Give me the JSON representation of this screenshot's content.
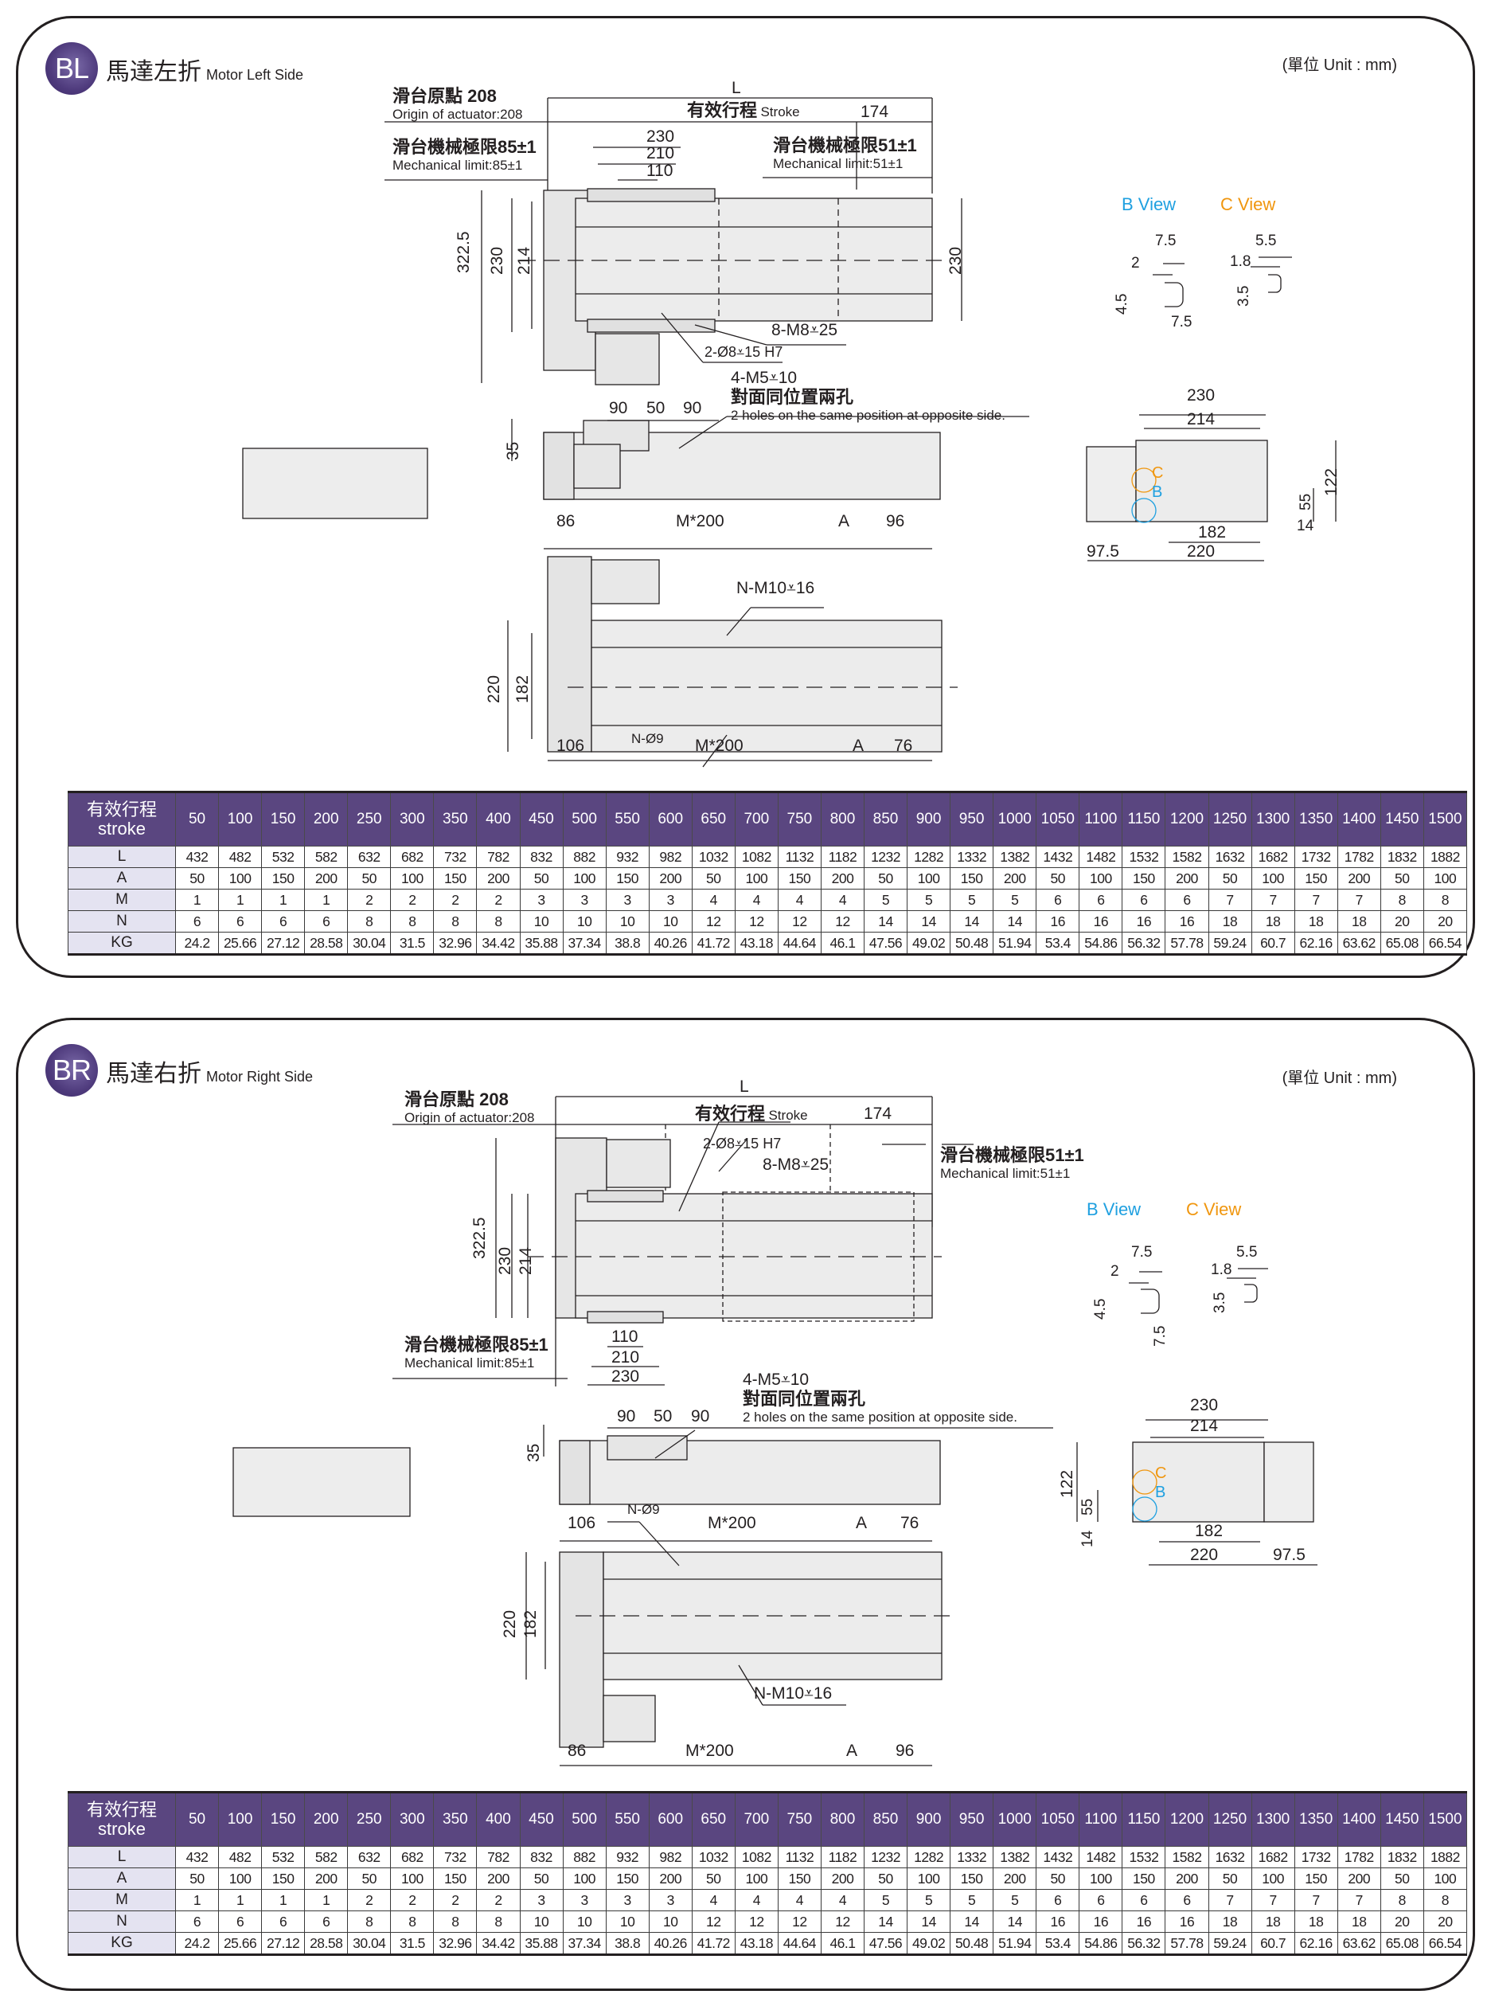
{
  "colors": {
    "brand_purple": "#5a4680",
    "row_label_bg": "#e4e3f1",
    "b_view": "#1fa0e0",
    "c_view": "#f0960e"
  },
  "unit_label": "(單位 Unit : mm)",
  "sections": [
    {
      "badge": "BL",
      "title_cn": "馬達左折",
      "title_en": "Motor Left Side",
      "labels": {
        "origin_cn": "滑台原點 208",
        "origin_en": "Origin of actuator:208",
        "mech85_cn": "滑台機械極限85±1",
        "mech85_en": "Mechanical limit:85±1",
        "mech51_cn": "滑台機械極限51±1",
        "mech51_en": "Mechanical limit:51±1",
        "L": "L",
        "stroke_cn": "有效行程",
        "stroke_en": "Stroke",
        "d174": "174",
        "d230a": "230",
        "d210": "210",
        "d110": "110",
        "d322": "322.5",
        "d230b": "230",
        "d214": "214",
        "d230c": "230",
        "m8": "8-M8⩡25",
        "pin": "2-Ø8⩡15 H7",
        "m5": "4-M5⩡10",
        "opp_cn": "對面同位置兩孔",
        "opp_en": "2 holes on the same position at opposite side.",
        "d90a": "90",
        "d50": "50",
        "d90b": "90",
        "d35": "35",
        "d86": "86",
        "m200a": "M*200",
        "Aa": "A",
        "d96": "96",
        "m10": "N-M10⩡16",
        "d220": "220",
        "d182": "182",
        "n9": "N-Ø9",
        "d106": "106",
        "m200b": "M*200",
        "Ab": "A",
        "d76": "76"
      },
      "views": {
        "b_view": "B View",
        "c_view": "C View",
        "b_75a": "7.5",
        "b_2": "2",
        "b_45": "4.5",
        "b_75b": "7.5",
        "c_55": "5.5",
        "c_18": "1.8",
        "c_35": "3.5"
      },
      "end_view": {
        "d230": "230",
        "d214": "214",
        "d122": "122",
        "d55": "55",
        "d14": "14",
        "d182": "182",
        "d975": "97.5",
        "d220": "220",
        "mark_c": "C",
        "mark_b": "B"
      }
    },
    {
      "badge": "BR",
      "title_cn": "馬達右折",
      "title_en": "Motor Right Side",
      "labels": {
        "origin_cn": "滑台原點 208",
        "origin_en": "Origin of actuator:208",
        "mech85_cn": "滑台機械極限85±1",
        "mech85_en": "Mechanical limit:85±1",
        "mech51_cn": "滑台機械極限51±1",
        "mech51_en": "Mechanical limit:51±1",
        "L": "L",
        "stroke_cn": "有效行程",
        "stroke_en": "Stroke",
        "d174": "174",
        "d230a": "230",
        "d210": "210",
        "d110": "110",
        "d322": "322.5",
        "d230b": "230",
        "d214": "214",
        "m8": "8-M8⩡25",
        "pin": "2-Ø8⩡15 H7",
        "m5": "4-M5⩡10",
        "opp_cn": "對面同位置兩孔",
        "opp_en": "2 holes on the same position at opposite side.",
        "d90a": "90",
        "d50": "50",
        "d90b": "90",
        "d35": "35",
        "d106": "106",
        "n9": "N-Ø9",
        "m200a": "M*200",
        "Aa": "A",
        "d76": "76",
        "d220": "220",
        "d182": "182",
        "m10": "N-M10⩡16",
        "d86": "86",
        "m200b": "M*200",
        "Ab": "A",
        "d96": "96"
      },
      "views": {
        "b_view": "B View",
        "c_view": "C View",
        "b_75a": "7.5",
        "b_2": "2",
        "b_45": "4.5",
        "b_75b": "7.5",
        "c_55": "5.5",
        "c_18": "1.8",
        "c_35": "3.5"
      },
      "end_view": {
        "d230": "230",
        "d214": "214",
        "d122": "122",
        "d55": "55",
        "d14": "14",
        "d182": "182",
        "d975": "97.5",
        "d220": "220",
        "mark_c": "C",
        "mark_b": "B"
      }
    }
  ],
  "spec_table": {
    "header_cn": "有效行程",
    "header_en": "stroke",
    "strokes": [
      "50",
      "100",
      "150",
      "200",
      "250",
      "300",
      "350",
      "400",
      "450",
      "500",
      "550",
      "600",
      "650",
      "700",
      "750",
      "800",
      "850",
      "900",
      "950",
      "1000",
      "1050",
      "1100",
      "1150",
      "1200",
      "1250",
      "1300",
      "1350",
      "1400",
      "1450",
      "1500"
    ],
    "rows": [
      {
        "label": "L",
        "values": [
          "432",
          "482",
          "532",
          "582",
          "632",
          "682",
          "732",
          "782",
          "832",
          "882",
          "932",
          "982",
          "1032",
          "1082",
          "1132",
          "1182",
          "1232",
          "1282",
          "1332",
          "1382",
          "1432",
          "1482",
          "1532",
          "1582",
          "1632",
          "1682",
          "1732",
          "1782",
          "1832",
          "1882"
        ]
      },
      {
        "label": "A",
        "values": [
          "50",
          "100",
          "150",
          "200",
          "50",
          "100",
          "150",
          "200",
          "50",
          "100",
          "150",
          "200",
          "50",
          "100",
          "150",
          "200",
          "50",
          "100",
          "150",
          "200",
          "50",
          "100",
          "150",
          "200",
          "50",
          "100",
          "150",
          "200",
          "50",
          "100"
        ]
      },
      {
        "label": "M",
        "values": [
          "1",
          "1",
          "1",
          "1",
          "2",
          "2",
          "2",
          "2",
          "3",
          "3",
          "3",
          "3",
          "4",
          "4",
          "4",
          "4",
          "5",
          "5",
          "5",
          "5",
          "6",
          "6",
          "6",
          "6",
          "7",
          "7",
          "7",
          "7",
          "8",
          "8"
        ]
      },
      {
        "label": "N",
        "values": [
          "6",
          "6",
          "6",
          "6",
          "8",
          "8",
          "8",
          "8",
          "10",
          "10",
          "10",
          "10",
          "12",
          "12",
          "12",
          "12",
          "14",
          "14",
          "14",
          "14",
          "16",
          "16",
          "16",
          "16",
          "18",
          "18",
          "18",
          "18",
          "20",
          "20"
        ]
      },
      {
        "label": "KG",
        "values": [
          "24.2",
          "25.66",
          "27.12",
          "28.58",
          "30.04",
          "31.5",
          "32.96",
          "34.42",
          "35.88",
          "37.34",
          "38.8",
          "40.26",
          "41.72",
          "43.18",
          "44.64",
          "46.1",
          "47.56",
          "49.02",
          "50.48",
          "51.94",
          "53.4",
          "54.86",
          "56.32",
          "57.78",
          "59.24",
          "60.7",
          "62.16",
          "63.62",
          "65.08",
          "66.54"
        ]
      }
    ]
  }
}
